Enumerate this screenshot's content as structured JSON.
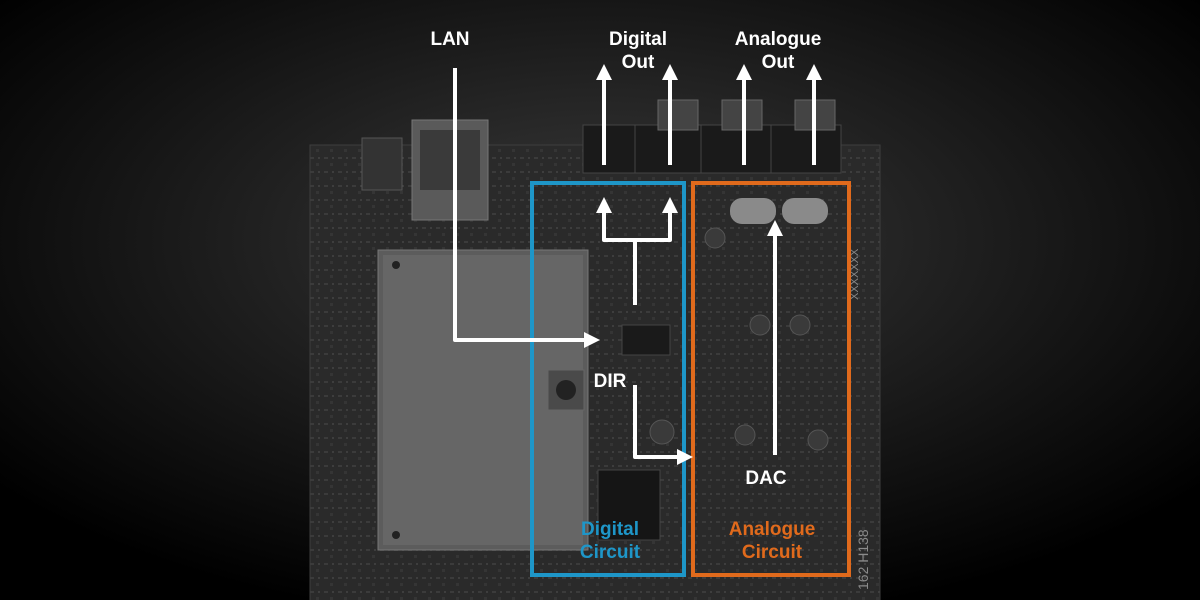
{
  "labels": {
    "lan": "LAN",
    "digital_out": [
      "Digital",
      "Out"
    ],
    "analogue_out": [
      "Analogue",
      "Out"
    ],
    "dir": "DIR",
    "dac": "DAC",
    "digital_circuit": [
      "Digital",
      "Circuit"
    ],
    "analogue_circuit": [
      "Analogue",
      "Circuit"
    ]
  },
  "board_marking": "162 H138",
  "board_marking_2": "XXXXXXX",
  "colors": {
    "background": "#000000",
    "digital_box": "#1e96c8",
    "analogue_box": "#e06a1c",
    "arrows": "#ffffff"
  }
}
